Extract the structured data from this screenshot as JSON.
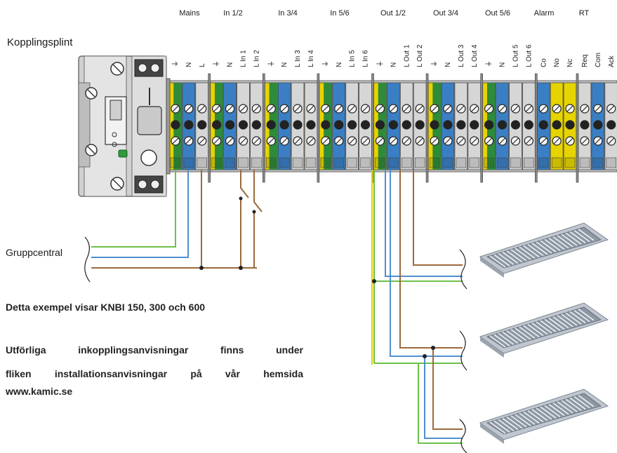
{
  "title": "Kopplingsplint",
  "groups": [
    "Mains",
    "In 1/2",
    "In 3/4",
    "In 5/6",
    "Out 1/2",
    "Out 3/4",
    "Out 5/6",
    "Alarm",
    "RT"
  ],
  "terminals": [
    "⏚",
    "N",
    "L",
    "⏚",
    "N",
    "L In 1",
    "L In 2",
    "⏚",
    "N",
    "L In 3",
    "L In 4",
    "⏚",
    "N",
    "L In 5",
    "L In 6",
    "⏚",
    "N",
    "L Out 1",
    "L Out 2",
    "⏚",
    "N",
    "L Out 3",
    "L Out 4",
    "⏚",
    "N",
    "L Out 5",
    "L Out 6",
    "Co",
    "No",
    "Nc",
    "Req",
    "Com",
    "Ack"
  ],
  "gruppcentral": "Gruppcentral",
  "notes": {
    "line1": "Detta exempel visar KNBI 150, 300 och 600",
    "line2a": "Utförliga inkopplingsanvisningar finns under",
    "line2b": "fliken installationsanvisningar på vår hemsida",
    "line3": "www.kamic.se"
  },
  "colors": {
    "earth_green": "#2e8b3a",
    "earth_yellow": "#e8d200",
    "neutral_blue": "#3a7fc4",
    "live_brown": "#9a6a3c",
    "terminal_grey": "#d6d6d6",
    "alarm_yellow": "#e6d400"
  }
}
